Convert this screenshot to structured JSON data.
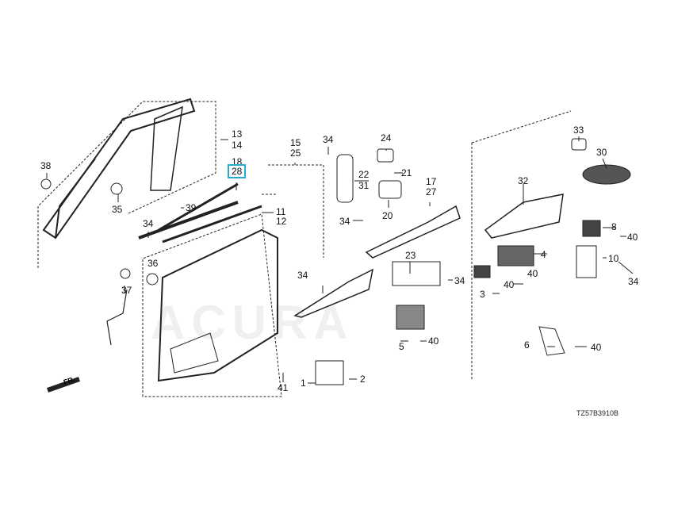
{
  "diagram_code": "TZ57B3910B",
  "front_indicator": "FR.",
  "watermark": "ACURA",
  "highlighted_part": "28",
  "callouts": [
    {
      "id": "c13",
      "text": "13"
    },
    {
      "id": "c14",
      "text": "14"
    },
    {
      "id": "c18",
      "text": "18"
    },
    {
      "id": "c28",
      "text": "28"
    },
    {
      "id": "c38",
      "text": "38"
    },
    {
      "id": "c35",
      "text": "35"
    },
    {
      "id": "c39",
      "text": "39"
    },
    {
      "id": "c34a",
      "text": "34"
    },
    {
      "id": "c36",
      "text": "36"
    },
    {
      "id": "c37",
      "text": "37"
    },
    {
      "id": "c11",
      "text": "11"
    },
    {
      "id": "c12",
      "text": "12"
    },
    {
      "id": "c15",
      "text": "15"
    },
    {
      "id": "c25",
      "text": "25"
    },
    {
      "id": "c34b",
      "text": "34"
    },
    {
      "id": "c22",
      "text": "22"
    },
    {
      "id": "c31",
      "text": "31"
    },
    {
      "id": "c24",
      "text": "24"
    },
    {
      "id": "c21",
      "text": "21"
    },
    {
      "id": "c20",
      "text": "20"
    },
    {
      "id": "c34c",
      "text": "34"
    },
    {
      "id": "c17",
      "text": "17"
    },
    {
      "id": "c27",
      "text": "27"
    },
    {
      "id": "c23",
      "text": "23"
    },
    {
      "id": "c34d",
      "text": "34"
    },
    {
      "id": "c34e",
      "text": "34"
    },
    {
      "id": "c5",
      "text": "5"
    },
    {
      "id": "c40a",
      "text": "40"
    },
    {
      "id": "c41",
      "text": "41"
    },
    {
      "id": "c1",
      "text": "1"
    },
    {
      "id": "c2",
      "text": "2"
    },
    {
      "id": "c33",
      "text": "33"
    },
    {
      "id": "c30",
      "text": "30"
    },
    {
      "id": "c32",
      "text": "32"
    },
    {
      "id": "c8",
      "text": "8"
    },
    {
      "id": "c40b",
      "text": "40"
    },
    {
      "id": "c4",
      "text": "4"
    },
    {
      "id": "c40c",
      "text": "40"
    },
    {
      "id": "c3",
      "text": "3"
    },
    {
      "id": "c40d",
      "text": "40"
    },
    {
      "id": "c10",
      "text": "10"
    },
    {
      "id": "c34f",
      "text": "34"
    },
    {
      "id": "c6",
      "text": "6"
    },
    {
      "id": "c40e",
      "text": "40"
    }
  ]
}
